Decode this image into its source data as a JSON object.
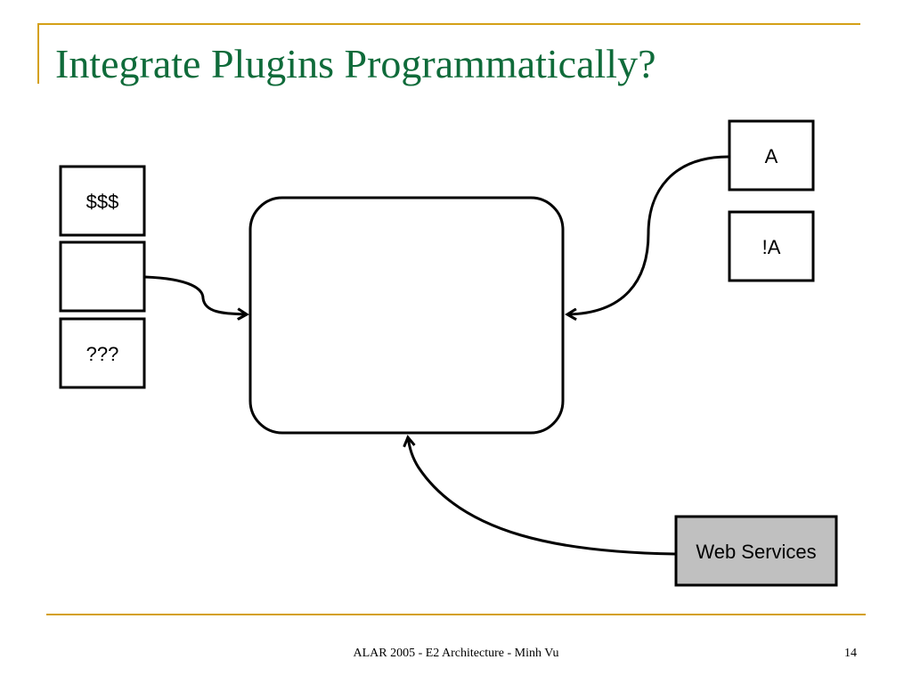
{
  "slide": {
    "title": "Integrate Plugins Programmatically?",
    "footer": "ALAR 2005 - E2 Architecture - Minh Vu",
    "page_number": "14"
  },
  "diagram": {
    "left_boxes": [
      "$$$",
      "",
      "???"
    ],
    "right_boxes": [
      "A",
      "!A"
    ],
    "service_box": "Web Services",
    "central_box": ""
  },
  "colors": {
    "title": "#0f6b3a",
    "accent_line": "#d4a017",
    "service_fill": "#c0c0c0",
    "stroke": "#000000"
  }
}
